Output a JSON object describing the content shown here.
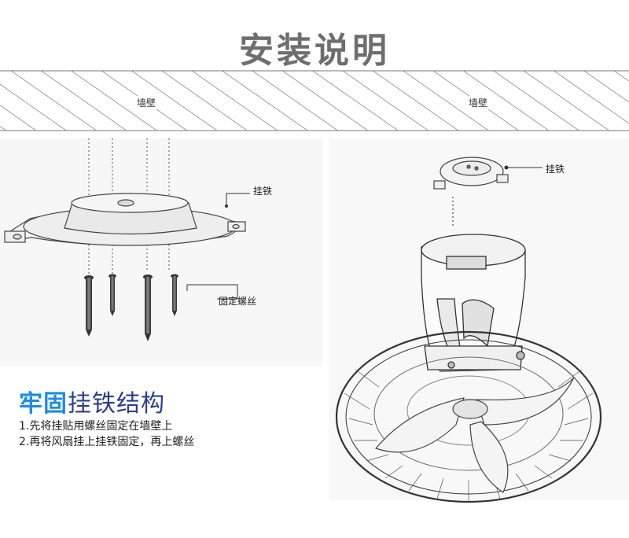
{
  "title": "安装说明",
  "wall_label_left": "墙壁",
  "wall_label_right": "墙壁",
  "callouts": {
    "hanger_left": "挂铁",
    "screws": "固定螺丝",
    "hanger_right": "挂铁"
  },
  "feature": {
    "title_strong": "牢固",
    "title_rest": "挂铁结构"
  },
  "steps": [
    "1.先将挂贴用螺丝固定在墙壁上",
    "2.再将风扇挂上挂铁固定，再上螺丝"
  ],
  "colors": {
    "title": "#6e6e6e",
    "accent_blue": "#1d8be3",
    "navy": "#2c3e8f",
    "line": "#555555"
  }
}
